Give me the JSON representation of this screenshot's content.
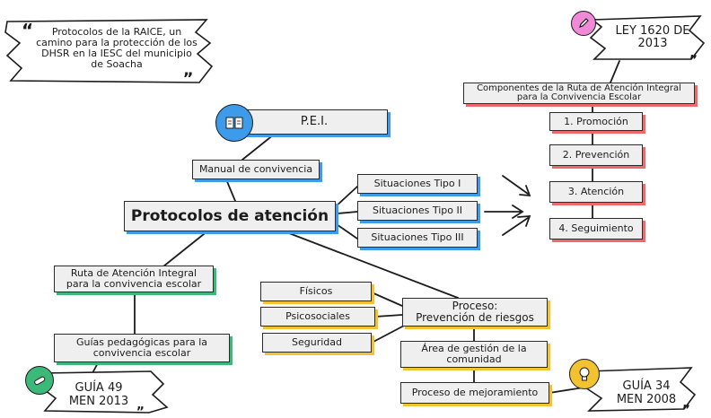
{
  "quote_box": {
    "text": "Protocolos de la RAICE, un camino para la protección de los DHSR en la IESC del municipio de Soacha"
  },
  "ley_tag": {
    "line1": "LEY 1620 DE",
    "line2": "2013"
  },
  "components_title": "Componentes de la Ruta de Atención Integral para la Convivencia Escolar",
  "components": [
    "1. Promoción",
    "2. Prevención",
    "3. Atención",
    "4. Seguimiento"
  ],
  "pei": "P.E.I.",
  "manual": "Manual de convivencia",
  "central": "Protocolos de atención",
  "situaciones": [
    "Situaciones Tipo I",
    "Situaciones Tipo II",
    "Situaciones Tipo III"
  ],
  "ruta": {
    "line1": "Ruta de Atención Integral",
    "line2": "para la convivencia escolar"
  },
  "guias": {
    "line1": "Guías pedagógicas para la",
    "line2": "convivencia escolar"
  },
  "guia49": {
    "line1": "GUÍA 49",
    "line2": "MEN 2013"
  },
  "riesgos": [
    "Físicos",
    "Psicosociales",
    "Seguridad"
  ],
  "proceso": {
    "line1": "Proceso:",
    "line2": "Prevención de riesgos"
  },
  "area": {
    "line1": "Área de gestión de la",
    "line2": "comunidad"
  },
  "mejoramiento": "Proceso de mejoramiento",
  "guia34": {
    "line1": "GUÍA 34",
    "line2": "MEN 2008"
  },
  "quote_marks": {
    "open": "“",
    "close": "„"
  },
  "colors": {
    "blue": "#3d9be9",
    "red": "#ee6a6a",
    "green": "#3cb878",
    "yellow": "#f2c230",
    "pink": "#f08ad8",
    "box": "#efefef",
    "ink": "#2b2b2b"
  },
  "icons": {
    "pei": "book-icon",
    "ley": "pencil-icon",
    "guia49": "pill-icon",
    "guia34": "lightbulb-icon"
  }
}
